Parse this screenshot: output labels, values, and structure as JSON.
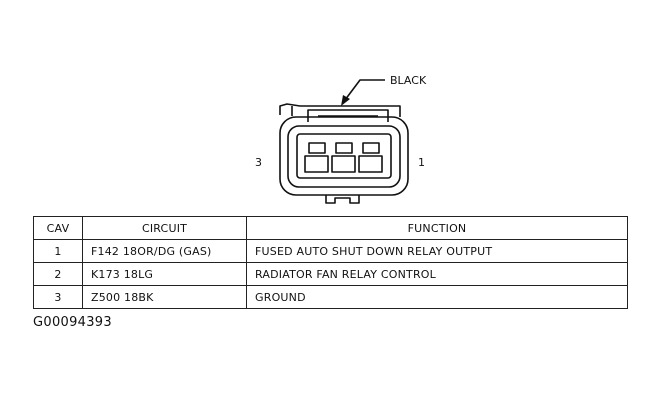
{
  "connector": {
    "color_label": "BLACK",
    "pin_left_label": "3",
    "pin_right_label": "1"
  },
  "table": {
    "headers": {
      "cav": "CAV",
      "circuit": "CIRCUIT",
      "function": "FUNCTION"
    },
    "rows": [
      {
        "cav": "1",
        "circuit": "F142 18OR/DG (GAS)",
        "function": "FUSED AUTO SHUT DOWN RELAY OUTPUT"
      },
      {
        "cav": "2",
        "circuit": "K173 18LG",
        "function": "RADIATOR FAN RELAY CONTROL"
      },
      {
        "cav": "3",
        "circuit": "Z500 18BK",
        "function": "GROUND"
      }
    ]
  },
  "figure_id": "G00094393"
}
